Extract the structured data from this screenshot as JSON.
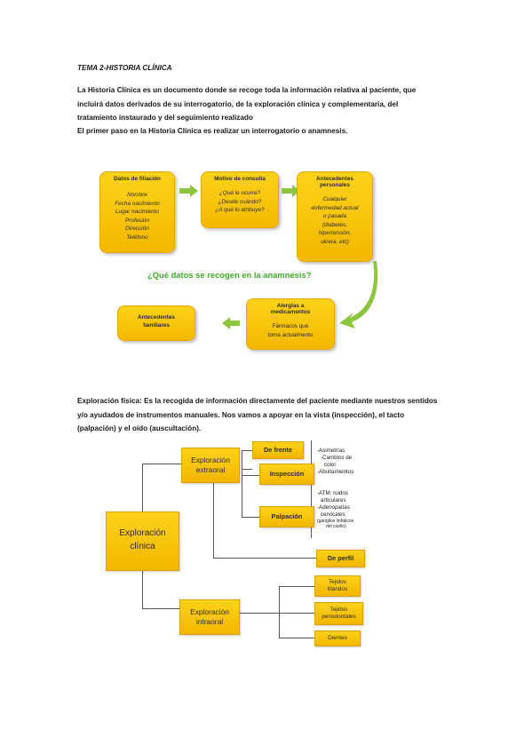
{
  "heading": "TEMA 2-HISTORIA CLÍNICA",
  "intro": [
    "La Historia Clínica es un documento donde se recoge toda la información relativa al paciente, que",
    "incluirá datos derivados de su interrogatorio, de la exploración clínica y complementaria, del",
    "tratamiento instaurado y del seguimiento realizado"
  ],
  "first_step": "El primer paso en la Historia Clínica es realizar un interrogatorio o anamnesis.",
  "anamnesis": {
    "question": "¿Qué datos se recogen en la anamnesis?",
    "filiacion": {
      "title": "Datos de filiación",
      "items": [
        "Nombre",
        "Fecha nacimiento",
        "Lugar nacimiento",
        "Profesión",
        "Dirección",
        "Teléfono"
      ]
    },
    "motivo": {
      "title": "Motivo de consulta",
      "items": [
        "¿Qué le ocurre?",
        "¿Desde cuándo?",
        "¿A qué lo atribuye?"
      ]
    },
    "personales": {
      "title": "Antecedentes personales",
      "items": [
        "Cualquier",
        "enfermedad actual",
        "o pasada",
        "(diabetes,",
        "hipertensión,",
        "ulcera, etc)"
      ]
    },
    "alergias": {
      "title": "Alergias a medicamentos",
      "items": [
        "Fármacos que",
        "toma actualmente"
      ]
    },
    "familiares": {
      "title": "Antecedentes familiares"
    }
  },
  "exploracion_text": [
    "Exploración física: Es la recogida de información directamente del paciente mediante nuestros sentidos",
    "y/o ayudados de instrumentos manuales. Nos vamos a apoyar en la vista (inspección), el tacto",
    "(palpación) y el oído (auscultación)."
  ],
  "exploracion": {
    "root": "Exploración clínica",
    "extraoral": "Exploración extraoral",
    "intraoral": "Exploración intraoral",
    "de_frente": "De frente",
    "inspeccion": "Inspección",
    "palpacion": "Palpación",
    "de_perfil": "De perfil",
    "tejidos_blandos": "Tejidos blandos",
    "tejidos_periodontales": "Tejidos periodontales",
    "dientes": "Dientes",
    "inspeccion_notes": [
      "-Asimetrías",
      "-Cambios de",
      "color",
      "-Abultamientos"
    ],
    "palpacion_notes": [
      "-ATM: ruidos",
      "articulares",
      "-Adenopatías",
      "cervicales",
      "(ganglios linfáticos",
      "del cuello)"
    ]
  },
  "colors": {
    "box": "#ffd21a",
    "border": "#e8a600",
    "question": "#3fae2a",
    "arrow": "#8cc63f"
  }
}
